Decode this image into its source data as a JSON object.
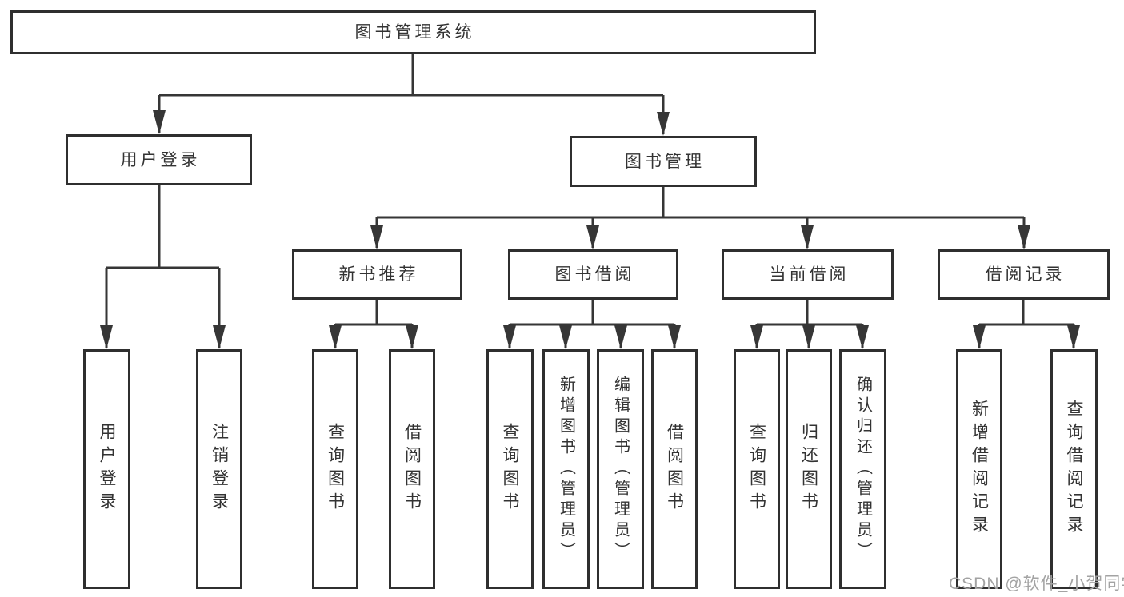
{
  "tree": {
    "root": "图书管理系统",
    "level2": [
      {
        "label": "用户登录"
      },
      {
        "label": "图书管理"
      }
    ],
    "level3": [
      {
        "label": "新书推荐"
      },
      {
        "label": "图书借阅"
      },
      {
        "label": "当前借阅"
      },
      {
        "label": "借阅记录"
      }
    ],
    "leaves": [
      {
        "label": "用户登录"
      },
      {
        "label": "注销登录"
      },
      {
        "label": "查询图书"
      },
      {
        "label": "借阅图书"
      },
      {
        "label": "查询图书"
      },
      {
        "label": "新增图书（管理员）"
      },
      {
        "label": "编辑图书（管理员）"
      },
      {
        "label": "借阅图书"
      },
      {
        "label": "查询图书"
      },
      {
        "label": "归还图书"
      },
      {
        "label": "确认归还（管理员）"
      },
      {
        "label": "新增借阅记录"
      },
      {
        "label": "查询借阅记录"
      }
    ]
  },
  "watermark": "CSDN @软件_小贺同学",
  "colors": {
    "line": "#363636",
    "box_border": "#2f2f2f",
    "text": "#333333",
    "watermark": "#a3a3a3",
    "background": "#ffffff"
  }
}
